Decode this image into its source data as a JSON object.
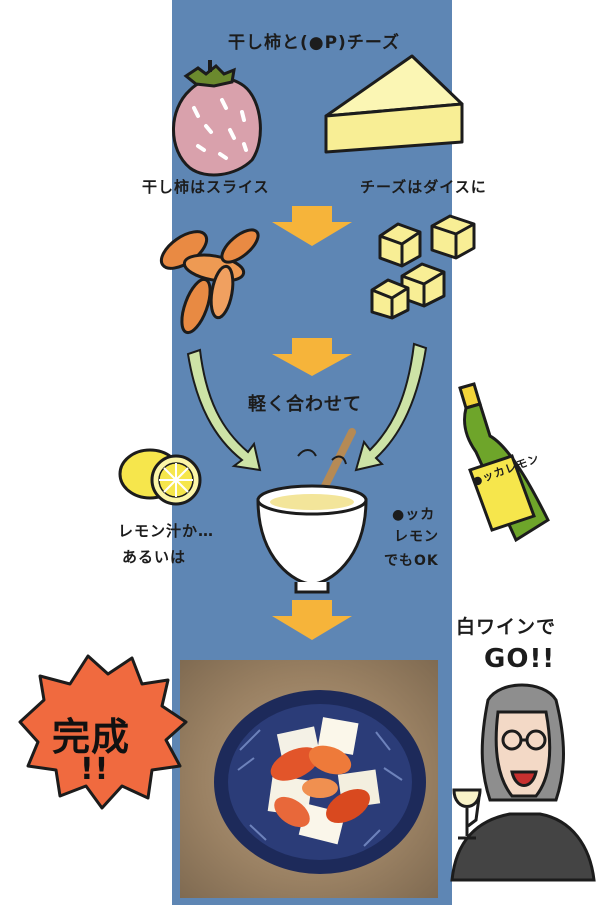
{
  "title": "干し柿と(●P)チーズ",
  "step_persimmon": "干し柿はスライス",
  "step_cheese": "チーズはダイスに",
  "step_mix": "軽く合わせて",
  "lemon_text": [
    "レモン汁か…",
    "あるいは"
  ],
  "bottle_label": "●ッカレモン",
  "bottle_text": [
    "●ッカ",
    "レモン",
    "でもOK"
  ],
  "wine_text": [
    "白ワインで",
    "GO!!"
  ],
  "done_text": [
    "完成",
    "!!"
  ],
  "colors": {
    "band": "#5e86b4",
    "arrow": "#f6b43a",
    "curved_arrow": "#cde3a6",
    "cheese": "#f8ee95",
    "persimmon_slice": "#e98a43",
    "burst": "#f06a3f",
    "bottle": "#6ea52a",
    "lemon": "#f6e64c"
  }
}
